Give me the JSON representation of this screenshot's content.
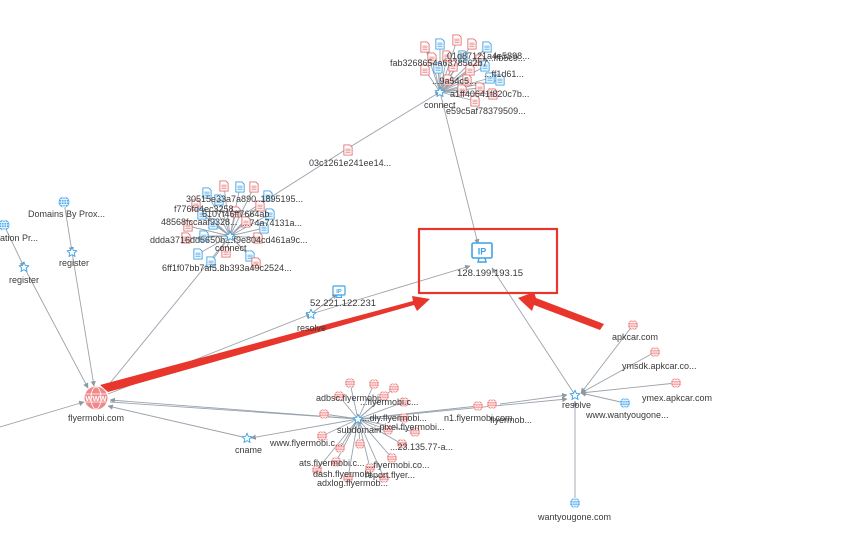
{
  "colors": {
    "edge": "#9aa3ad",
    "blue_node": "#3fa2e6",
    "red_node": "#e57373",
    "highlight": "#e8362c"
  },
  "labels": {
    "registration_fragment": "ation Pr...",
    "domains_by_proxy": "Domains By Prox...",
    "register_1": "register",
    "register_2": "register",
    "hash_top_1": "01d87121a4e5898...",
    "hash_top_2": "...ffb5c9...",
    "hash_top_3": "fab3268654a6378562b7",
    "hash_top_4": "...ff1d61...",
    "hash_top_5": "...9a54c5...",
    "hash_top_6": "a1ff40641f820c7b...",
    "connect_top": "connect",
    "hash_top_7": "e59c5af78379509...",
    "hash_mid": "03c1261e241ee14...",
    "hash_left_1": "30515e33a7a890",
    "hash_left_2": "...1895195...",
    "hash_left_3": "f776fd4ec3258...",
    "hash_left_4": "6107f46ff7664ab",
    "hash_left_5": "48568fccaaf9328...",
    "hash_left_6": "...74a74131a...",
    "hash_left_7": "ddda3716dd5650b...",
    "hash_left_8": "...f9e804cd461a9c...",
    "connect_left": "connect",
    "hash_left_9": "6ff1f07bb7af5...",
    "hash_left_10": "...8b393a49c2524...",
    "ip_focus": "128.199.193.15",
    "ip_secondary": "52.221.122.231",
    "resolve_left": "resolve",
    "flyermobi": "flyermobi.com",
    "cname": "cname",
    "www_flyermobi": "www.flyermobi.c...",
    "adbsc": "adbsc.flyermobi...",
    "flyermobi_c_1": "...flyermobi.c...",
    "flyermobi_c_2": "...dly.flyermobi...",
    "subdomain": "subdomain",
    "flyermobi_c_3": "...pixel.flyermobi...",
    "ip_partial": "...23.135.77-a...",
    "ats": "ats.flyermobi.c...",
    "flyermobi_co": "...flyermobi.co...",
    "dash": "dash.flyermobi...",
    "report": "report.flyer...",
    "adxlog": "adxlog.flyermob...",
    "n1": "n1.flyermobi.com",
    "flyermob_right": "flyermob...",
    "apkcar": "apkcar.com",
    "ymsdk": "ymsdk.apkcar.co...",
    "ymex": "ymex.apkcar.com",
    "resolve_right": "resolve",
    "wantyougone_trunc": "www.wantyougone...",
    "wantyougone": "wantyougone.com"
  }
}
